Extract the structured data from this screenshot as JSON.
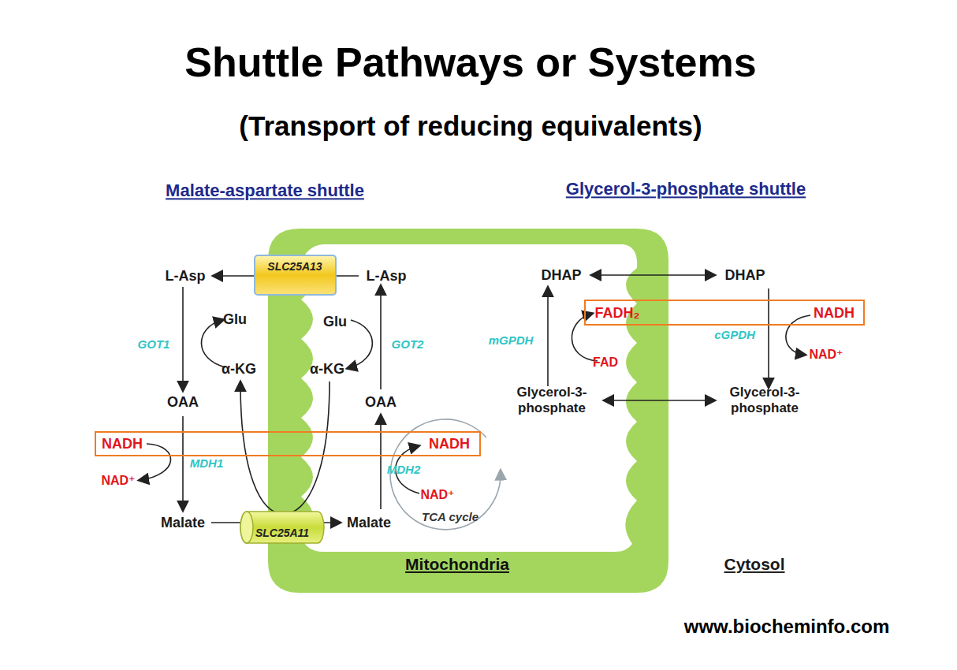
{
  "diagram": {
    "title": "Shuttle Pathways or Systems",
    "caption": "(Transport of reducing equivalents)",
    "nodes": [
      {
        "text": [
          "Mitochondria"
        ]
      },
      {
        "text": [
          "SLC25A13"
        ]
      },
      {
        "text": [
          "NADH",
          "NADH"
        ]
      },
      {
        "text": [
          "TCA cycle"
        ],
        "in": 0
      },
      {
        "text": [
          "SLC25A11"
        ]
      },
      {
        "text": [
          "FADH₂",
          "NADH"
        ]
      }
    ],
    "labels": [
      "Malate-aspartate shuttle",
      "Glycerol-3-phosphate shuttle",
      "L-Asp",
      "L-Asp",
      "Glu",
      "Glu",
      "GOT1",
      "GOT2",
      "α-KG",
      "α-KG",
      "OAA",
      "OAA",
      "MDH1",
      "MDH2",
      "NAD⁺",
      "NAD⁺",
      "Malate",
      "Malate",
      "DHAP",
      "DHAP",
      "mGPDH",
      "cGPDH",
      "FAD",
      "NAD⁺",
      "Glycerol-3-phosphate",
      "Glycerol-3-phosphate",
      "Cytosol",
      "www.biocheminfo.com"
    ]
  }
}
